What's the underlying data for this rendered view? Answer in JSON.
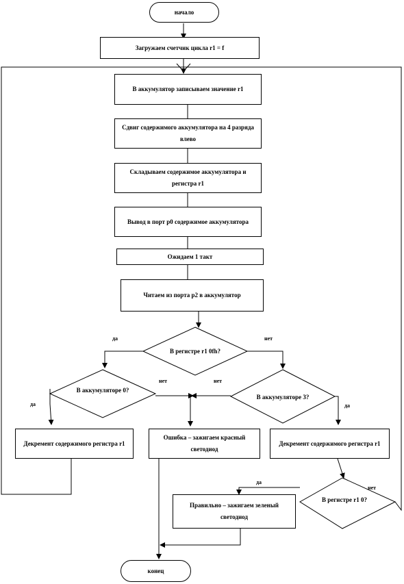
{
  "flowchart": {
    "start": "начало",
    "load_counter": "Загружаем счетчик цикла r1 = f",
    "write_acc": "В аккумулятор записываем значение r1",
    "shift_acc": "Сдвиг содержимого аккумулятора на 4 разряда влево",
    "add_acc": "Складываем содержимое аккумулятора и регистра r1",
    "output_p0": "Вывод в порт p0 содержимое аккумулятора",
    "wait_tick": "Ожидаем 1 такт",
    "read_p2": "Читаем из порта p2 в аккумулятор",
    "cond_r1_0fh": "В регистре r1 0fh?",
    "cond_acc_0": "В аккумуляторе 0?",
    "cond_acc_3": "В аккумуляторе 3?",
    "dec_left": "Декремент содержимого регистра r1",
    "error": "Ошибка – зажигаем красный светодиод",
    "dec_right": "Декремент содержимого регистра r1",
    "cond_r1_0": "В регистре r1 0?",
    "correct": "Правильно – зажигаем зеленый светодиод",
    "end": "конец"
  },
  "labels": {
    "yes": "да",
    "no": "нет"
  },
  "colors": {
    "stroke": "#000000",
    "background": "#ffffff"
  }
}
